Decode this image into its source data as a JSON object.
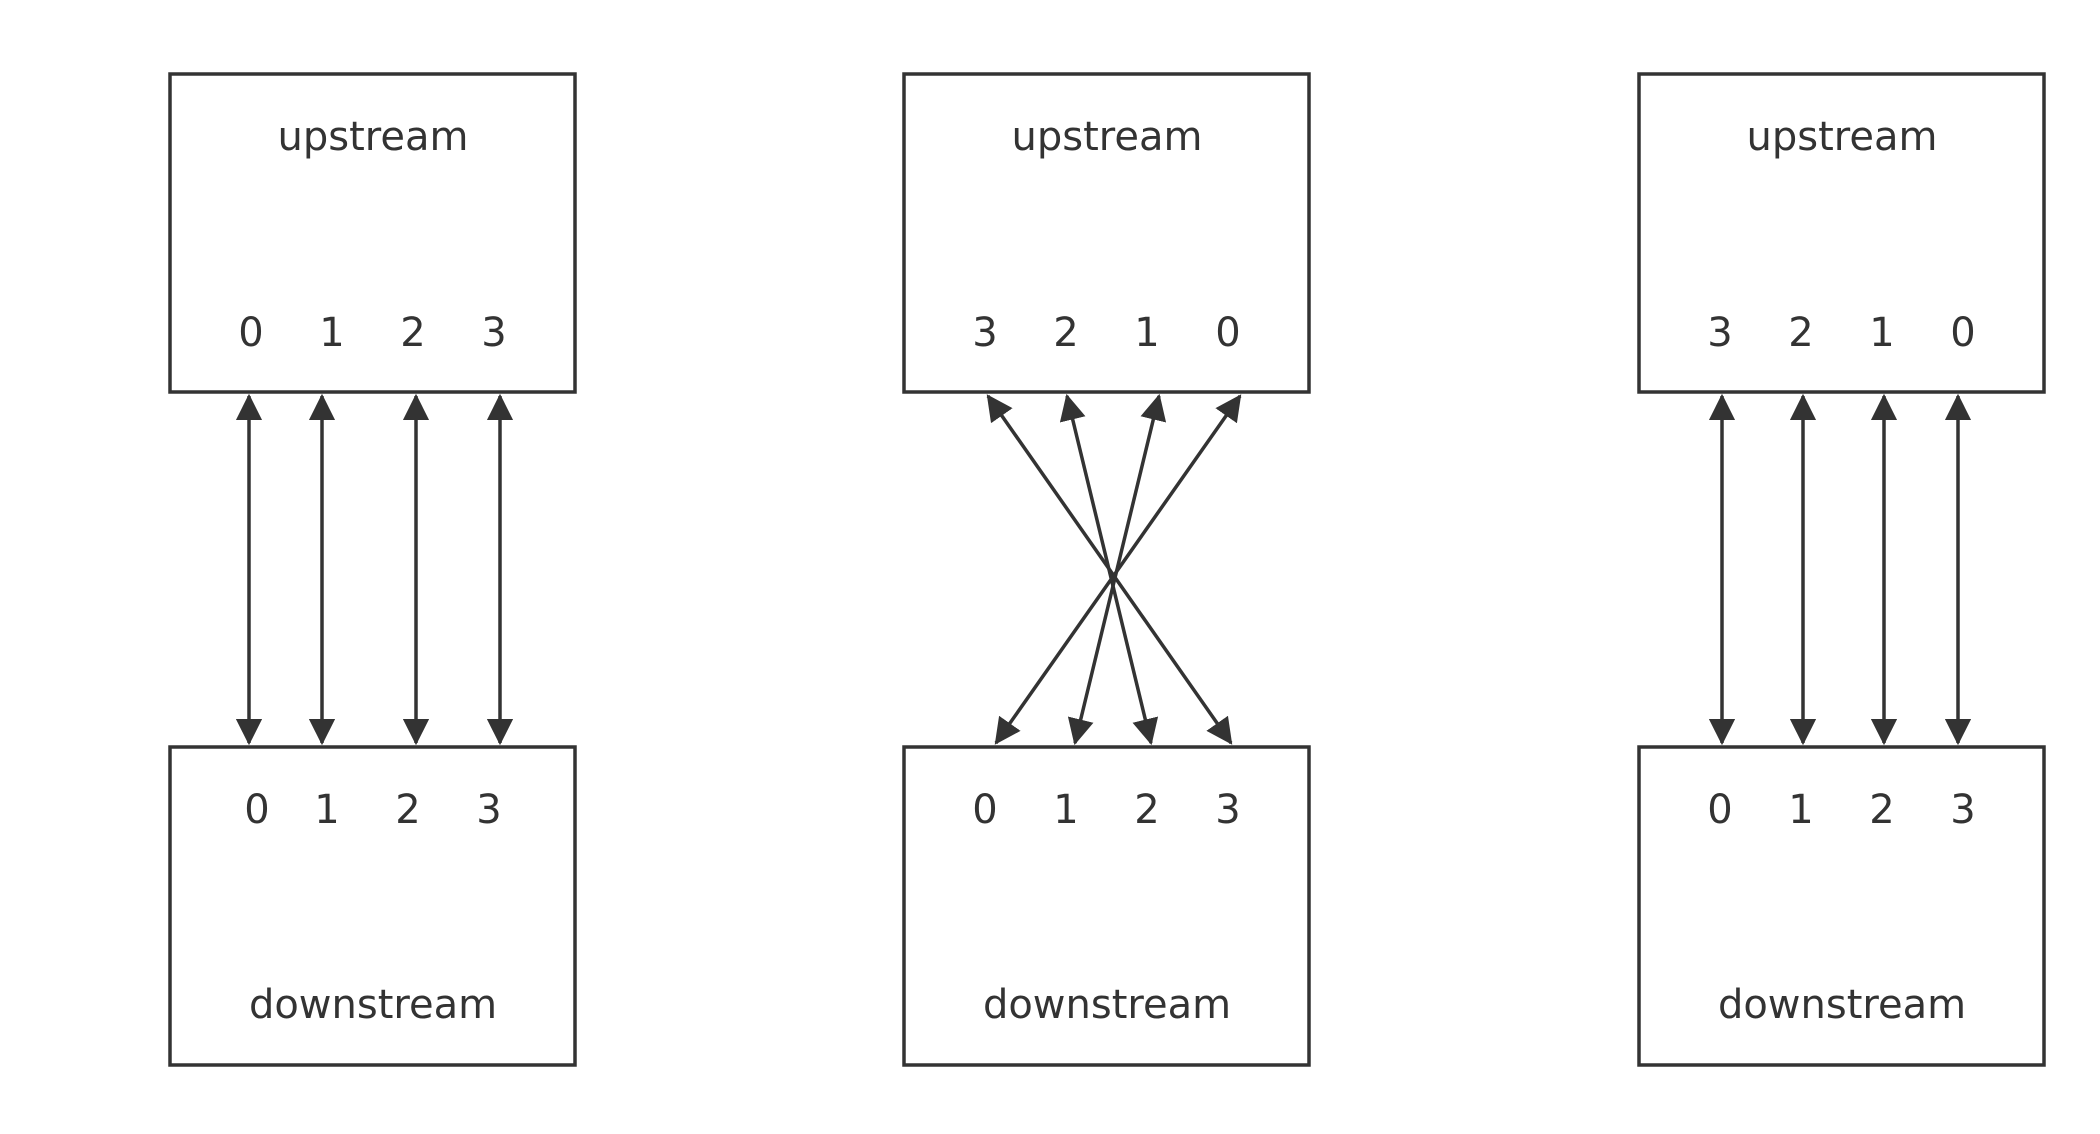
{
  "panels": [
    {
      "upstream": {
        "label": "upstream",
        "numbers": [
          "0",
          "1",
          "2",
          "3"
        ]
      },
      "downstream": {
        "label": "downstream",
        "numbers": [
          "0",
          "1",
          "2",
          "3"
        ]
      },
      "connections": [
        [
          0,
          0
        ],
        [
          1,
          1
        ],
        [
          2,
          2
        ],
        [
          3,
          3
        ]
      ]
    },
    {
      "upstream": {
        "label": "upstream",
        "numbers": [
          "3",
          "2",
          "1",
          "0"
        ]
      },
      "downstream": {
        "label": "downstream",
        "numbers": [
          "0",
          "1",
          "2",
          "3"
        ]
      },
      "connections": [
        [
          0,
          3
        ],
        [
          1,
          2
        ],
        [
          2,
          1
        ],
        [
          3,
          0
        ]
      ]
    },
    {
      "upstream": {
        "label": "upstream",
        "numbers": [
          "3",
          "2",
          "1",
          "0"
        ]
      },
      "downstream": {
        "label": "downstream",
        "numbers": [
          "0",
          "1",
          "2",
          "3"
        ]
      },
      "connections": [
        [
          0,
          0
        ],
        [
          1,
          1
        ],
        [
          2,
          2
        ],
        [
          3,
          3
        ]
      ]
    }
  ]
}
